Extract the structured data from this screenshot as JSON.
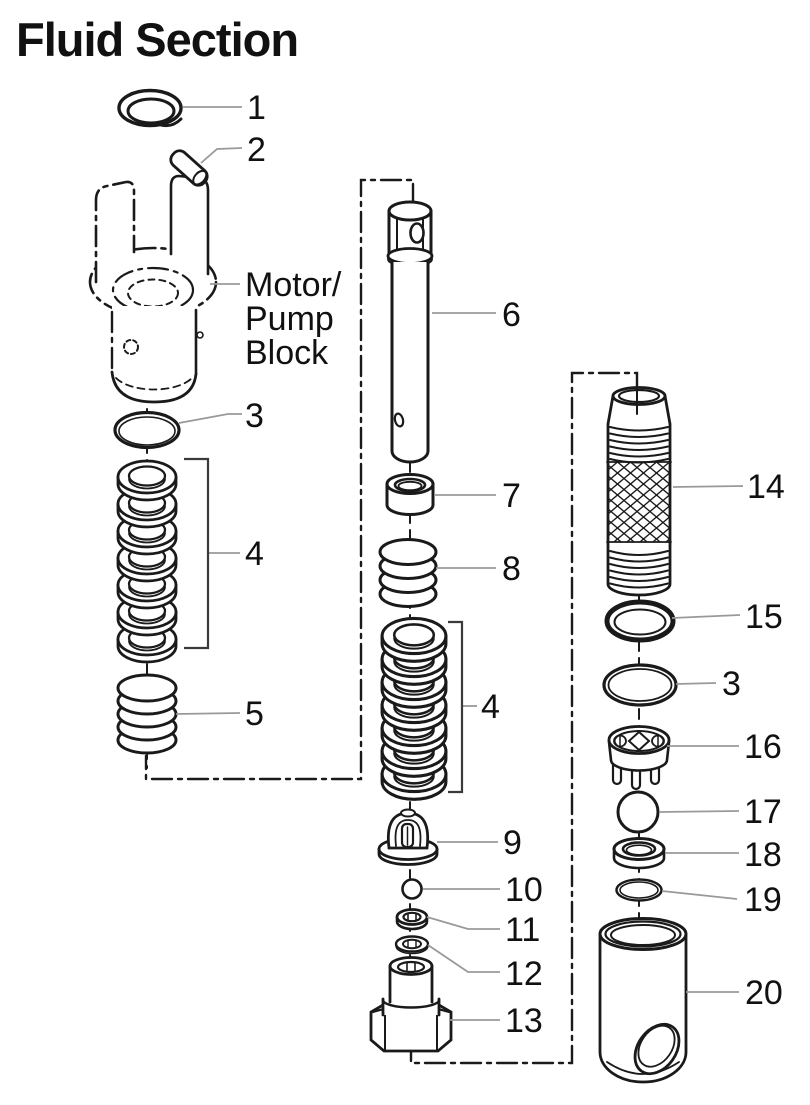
{
  "title": "Fluid Section",
  "reference_label": {
    "line1": "Motor/",
    "line2": "Pump",
    "line3": "Block"
  },
  "callouts": {
    "n1": "1",
    "n2": "2",
    "n3_left": "3",
    "n4_left": "4",
    "n5": "5",
    "n6": "6",
    "n7": "7",
    "n8": "8",
    "n4_middle": "4",
    "n9": "9",
    "n10": "10",
    "n11": "11",
    "n12": "12",
    "n13": "13",
    "n14": "14",
    "n15": "15",
    "n3_right": "3",
    "n16": "16",
    "n17": "17",
    "n18": "18",
    "n19": "19",
    "n20": "20"
  },
  "palette": {
    "line": "#1a1a1a",
    "leader": "#999999",
    "text": "#111111",
    "background": "#ffffff"
  }
}
